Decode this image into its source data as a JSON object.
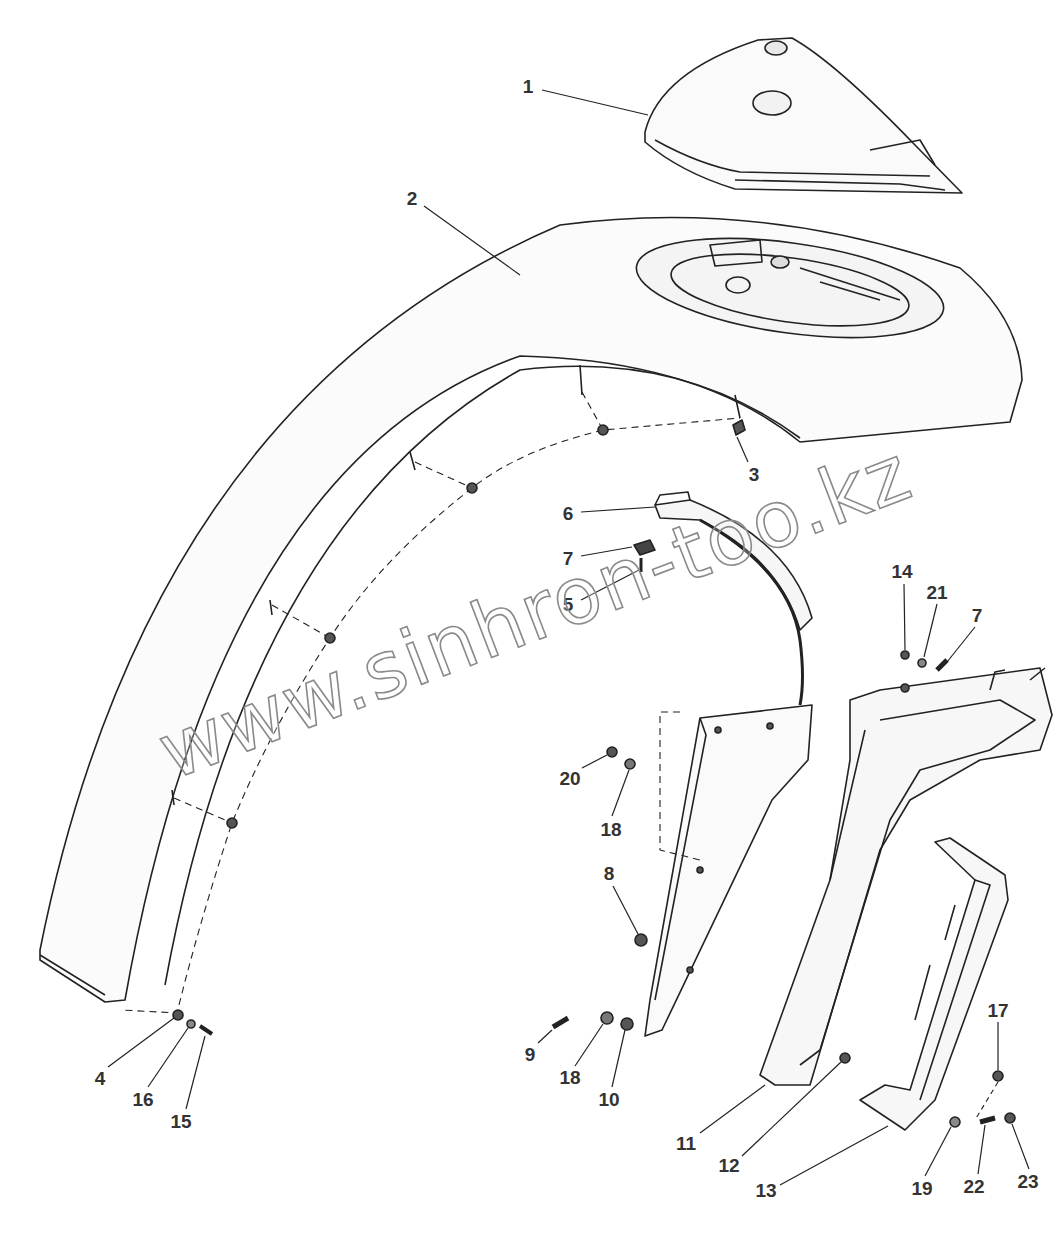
{
  "diagram": {
    "labels": [
      "1",
      "2",
      "3",
      "6",
      "7",
      "5",
      "14",
      "21",
      "7",
      "20",
      "18",
      "8",
      "9",
      "18",
      "10",
      "4",
      "16",
      "15",
      "11",
      "12",
      "13",
      "17",
      "19",
      "22",
      "23",
      "www.sinhron-too.kz"
    ]
  }
}
